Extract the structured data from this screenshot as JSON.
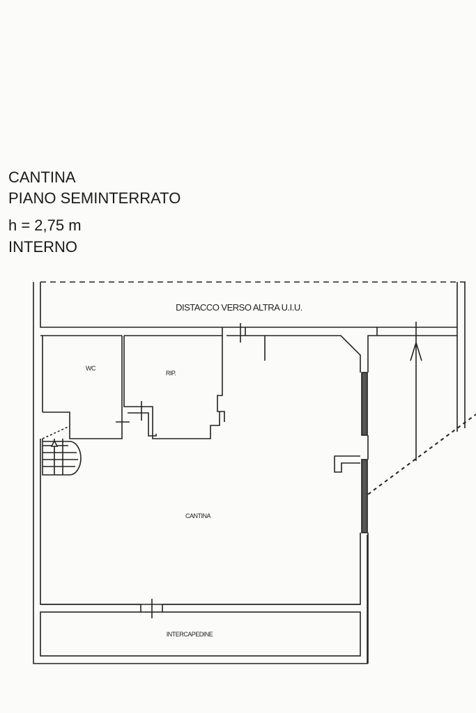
{
  "header": {
    "lines": [
      "CANTINA",
      "PIANO SEMINTERRATO",
      "h = 2,75 m",
      "INTERNO"
    ]
  },
  "plan": {
    "labels": {
      "distacco": "DISTACCO VERSO ALTRA U.I.U.",
      "wc": "WC",
      "rip": "RIP.",
      "cantina": "CANTINA",
      "intercapedine": "INTERCAPEDINE"
    }
  }
}
